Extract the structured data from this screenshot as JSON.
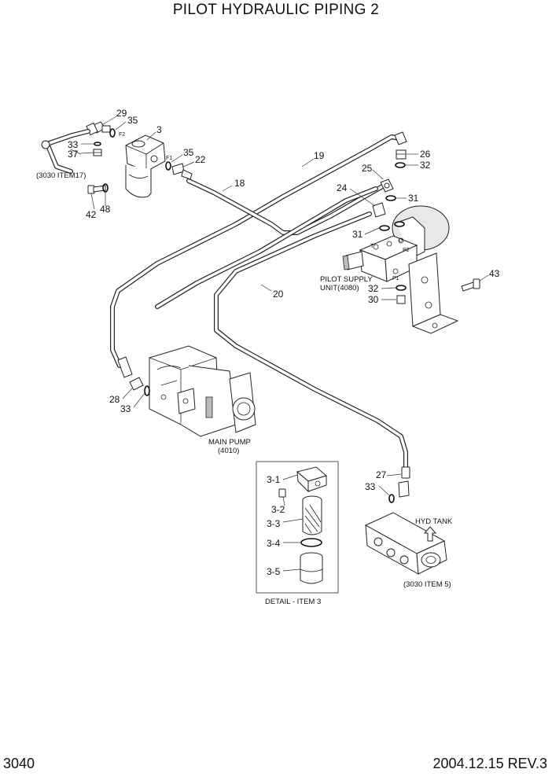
{
  "title": "PILOT HYDRAULIC PIPING 2",
  "page_number": "3040",
  "date_revision": "2004.12.15  REV.3",
  "callouts": {
    "c29": "29",
    "c35a": "35",
    "c3": "3",
    "c33a": "33",
    "c37": "37",
    "c35b": "35",
    "c22": "22",
    "c19": "19",
    "c26": "26",
    "c32a": "32",
    "c25": "25",
    "c24": "24",
    "c31a": "31",
    "c18": "18",
    "c31b": "31",
    "c42": "42",
    "c48": "48",
    "c43": "43",
    "c32b": "32",
    "c30": "30",
    "c20": "20",
    "c28": "28",
    "c33b": "33",
    "c27": "27",
    "c33c": "33",
    "c3_1": "3-1",
    "c3_2": "3-2",
    "c3_3": "3-3",
    "c3_4": "3-4",
    "c3_5": "3-5"
  },
  "labels": {
    "item17_ref": "(3030 ITEM17)",
    "pilot_supply_line1": "PILOT SUPPLY",
    "pilot_supply_line2": "UNIT(4080)",
    "main_pump_line1": "MAIN PUMP",
    "main_pump_line2": "(4010)",
    "hyd_tank": "HYD TANK",
    "item5_ref": "(3030 ITEM 5)",
    "detail_caption": "DETAIL - ITEM 3",
    "port_f2": "F2",
    "port_f1": "F1",
    "port_t": "T",
    "port_u": "U",
    "port_p2": "P2",
    "port_p1": "P1"
  }
}
